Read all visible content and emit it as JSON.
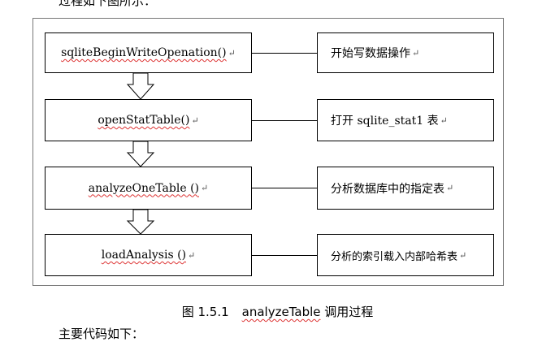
{
  "top_text": "过程如下图所示：",
  "bottom_text": "主要代码如下：",
  "flow_steps": [
    {
      "func": "sqliteBeginWriteOpenation()",
      "desc": "开始写数据操作"
    },
    {
      "func": "openStatTable()",
      "desc": "打开 sqlite_stat1 表"
    },
    {
      "func": "analyzeOneTable ()",
      "desc": "分析数据库中的指定表"
    },
    {
      "func": "loadAnalysis ()",
      "desc": "分析的索引载入内部哈希表"
    }
  ],
  "para_mark": "↵",
  "caption": {
    "prefix": "图 1.5.1",
    "name": "analyzeTable",
    "suffix": "调用过程"
  }
}
